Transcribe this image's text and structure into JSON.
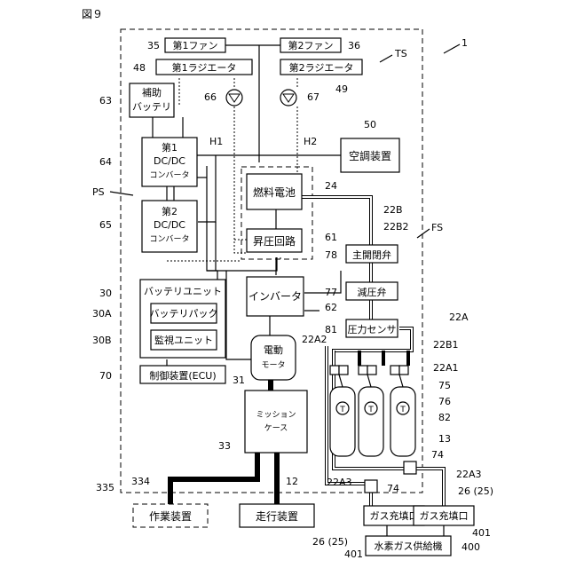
{
  "figure_title": "図９",
  "ref": {
    "r1": "1",
    "ts": "TS",
    "ps": "PS",
    "fs": "FS",
    "r35": "35",
    "r36": "36",
    "r48": "48",
    "r49": "49",
    "r63": "63",
    "r66": "66",
    "r67": "67",
    "r64": "64",
    "r65": "65",
    "h1": "H1",
    "h2": "H2",
    "r50": "50",
    "r24": "24",
    "r61": "61",
    "r22b": "22B",
    "r22b2": "22B2",
    "r78": "78",
    "r77": "77",
    "r81": "81",
    "r30": "30",
    "r30a": "30A",
    "r30b": "30B",
    "r70": "70",
    "r62": "62",
    "r31": "31",
    "r33": "33",
    "r22a": "22A",
    "r22a2": "22A2",
    "r22b1": "22B1",
    "r22a1": "22A1",
    "r75": "75",
    "r76": "76",
    "r82": "82",
    "r13": "13",
    "r74a": "74",
    "r74b": "74",
    "r22a3a": "22A3",
    "r22a3b": "22A3",
    "r26a": "26 (25)",
    "r26b": "26 (25)",
    "r401a": "401",
    "r401b": "401",
    "r400": "400",
    "r335": "335",
    "r334": "334",
    "r12": "12"
  },
  "boxes": {
    "fan1": "第1ファン",
    "fan2": "第2ファン",
    "rad1": "第1ラジエータ",
    "rad2": "第2ラジエータ",
    "aux_battery": [
      "補助",
      "バッテリ"
    ],
    "dcdc1": [
      "第1",
      "DC/DC",
      "コンバータ"
    ],
    "dcdc2": [
      "第2",
      "DC/DC",
      "コンバータ"
    ],
    "aircon": "空調装置",
    "fuel_cell": "燃料電池",
    "booster": "昇圧回路",
    "main_valve": "主開閉弁",
    "reducer": "減圧弁",
    "pressure_sensor": "圧力センサ",
    "battery_unit": "バッテリユニット",
    "battery_pack": "バッテリパック",
    "monitor_unit": "監視ユニット",
    "ecu": "制御装置(ECU)",
    "inverter": "インバータ",
    "motor": [
      "電動",
      "モータ"
    ],
    "mission": [
      "ミッション",
      "ケース"
    ],
    "work_device": "作業装置",
    "travel_device": "走行装置",
    "gas_port1": "ガス充填口",
    "gas_port2": "ガス充填口",
    "h2_supplier": "水素ガス供給機",
    "tank_symbol": "T"
  }
}
